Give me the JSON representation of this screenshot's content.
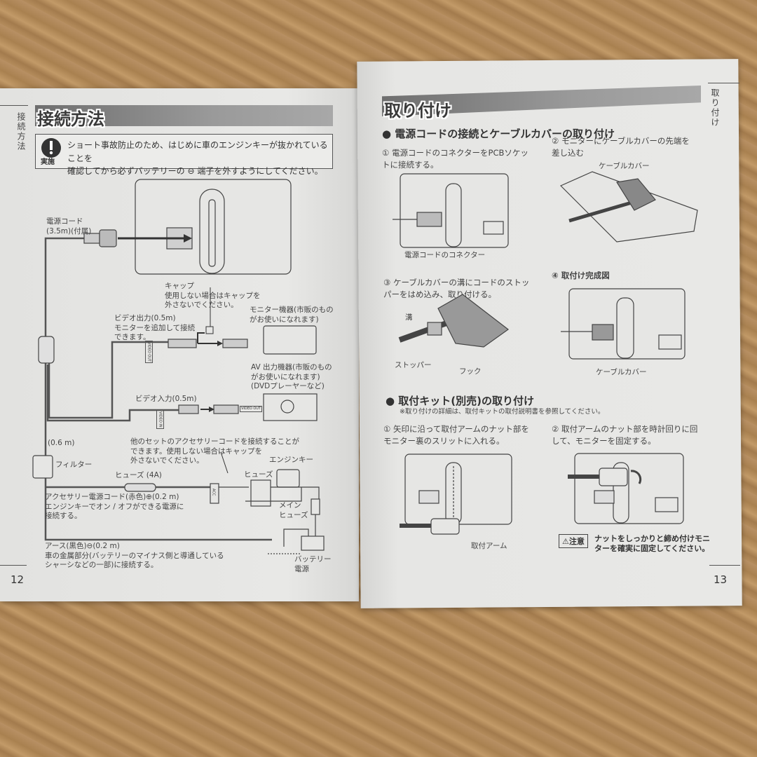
{
  "left_page": {
    "side_tab": "接続方法",
    "title": "接続方法",
    "warning": {
      "badge": "実施",
      "line1": "ショート事故防止のため、はじめに車のエンジンキーが抜かれていることを",
      "line2": "確認してから必ずバッテリーの ⊖ 端子を外すようにしてください。"
    },
    "labels": {
      "power_cord_1": "電源コード",
      "power_cord_2": "(3.5m)(付属)",
      "cap_1": "キャップ",
      "cap_2": "使用しない場合はキャップを",
      "cap_3": "外さないでください。",
      "video_out_1": "ビデオ出力(0.5m)",
      "video_out_2": "モニターを追加して接続",
      "video_out_3": "できます。",
      "monitor_1": "モニター機器(市販のもの",
      "monitor_2": "がお使いになれます)",
      "av_1": "AV 出力機器(市販のもの",
      "av_2": "がお使いになれます)",
      "av_3": "(DVDプレーヤーなど)",
      "video_in": "ビデオ入力(0.5m)",
      "video_out_tag": "VIDEO OUT",
      "video_in_tag": "VIDEO IN",
      "av_video_out_tag": "VIDEO OUT",
      "length_06": "(0.6 m)",
      "filter": "フィルター",
      "other_set_1": "他のセットのアクセサリーコードを接続することが",
      "other_set_2": "できます。使用しない場合はキャップを",
      "other_set_3": "外さないでください。",
      "engine_key": "エンジンキー",
      "fuse_4a": "ヒューズ (4A)",
      "fuse": "ヒューズ",
      "acc_tag": "ACC",
      "accessory_1": "アクセサリー電源コード(赤色)⊕(0.2 m)",
      "accessory_2": "エンジンキーでオン / オフができる電源に",
      "accessory_3": "接続する。",
      "main_fuse_1": "メイン",
      "main_fuse_2": "ヒューズ",
      "earth_1": "アース(黒色)⊖(0.2 m)",
      "earth_2": "車の金属部分(バッテリーのマイナス側と導通している",
      "earth_3": "シャーシなどの一部)に接続する。",
      "battery_1": "バッテリー",
      "battery_2": "電源"
    },
    "page_number": "12"
  },
  "right_page": {
    "side_tab": "取り付け",
    "title": "取り付け",
    "section1": {
      "heading": "● 電源コードの接続とケーブルカバーの取り付け",
      "step1_1": "① 電源コードのコネクターをPCBソケッ",
      "step1_2": "トに接続する。",
      "step1_label": "電源コードのコネクター",
      "step2_1": "② モニターにケーブルカバーの先端を",
      "step2_2": "差し込む",
      "step2_label": "ケーブルカバー",
      "step3_1": "③ ケーブルカバーの溝にコードのストッ",
      "step3_2": "パーをはめ込み、取り付ける。",
      "step3_groove": "溝",
      "step3_stopper": "ストッパー",
      "step3_hook": "フック",
      "step4": "④ 取付け完成図",
      "step4_label": "ケーブルカバー"
    },
    "section2": {
      "heading": "● 取付キット(別売)の取り付け",
      "note": "※取り付けの詳細は、取付キットの取付説明書を参照してください。",
      "step1_1": "① 矢印に沿って取付アームのナット部を",
      "step1_2": "モニター裏のスリットに入れる。",
      "step1_label": "取付アーム",
      "step2_1": "② 取付アームのナット部を時計回りに回",
      "step2_2": "して、モニターを固定する。",
      "caution_badge": "⚠注意",
      "caution_1": "ナットをしっかりと締め付けモニ",
      "caution_2": "ターを確実に固定してください。"
    },
    "page_number": "13"
  }
}
